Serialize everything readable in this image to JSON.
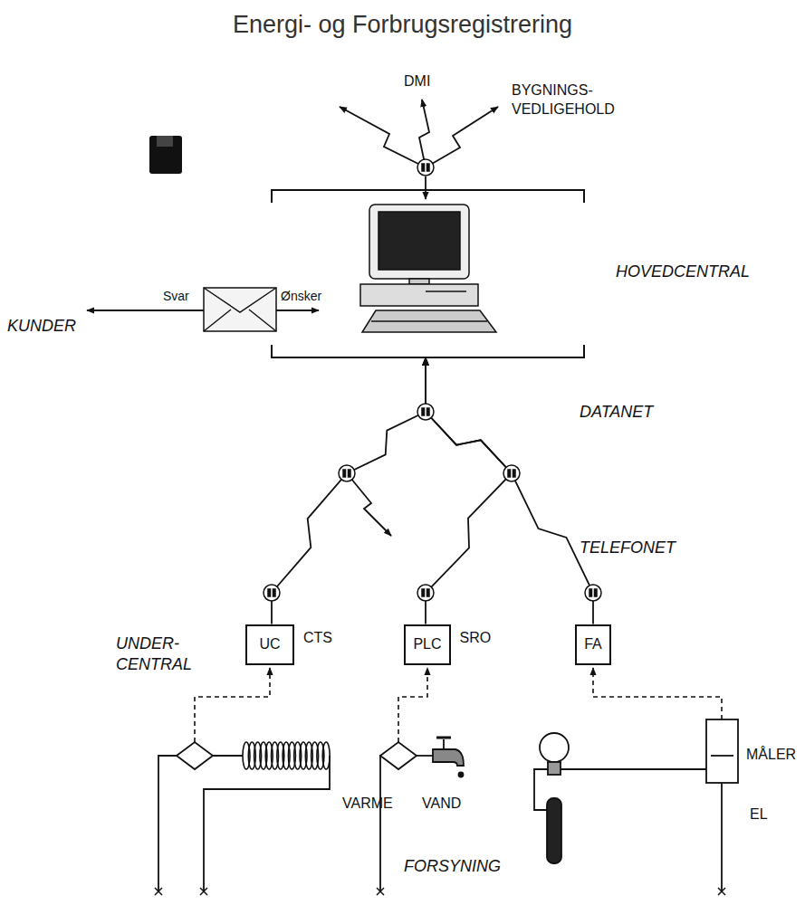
{
  "diagram": {
    "title": "Energi- og Forbrugsregistrering",
    "nodes": [
      {
        "text": [
          "HOVEDCENTRAL"
        ]
      },
      {
        "text": [
          "UC",
          "CTS"
        ]
      },
      {
        "text": [
          "PLC",
          "SRO"
        ]
      },
      {
        "text": [
          "FA"
        ]
      }
    ],
    "edges": [
      {
        "from": 1,
        "to": 0,
        "arrow": "to"
      },
      {
        "from": 2,
        "to": 0,
        "arrow": "to"
      },
      {
        "from": 3,
        "to": 0,
        "arrow": "to"
      }
    ],
    "labels": [
      "DMI",
      "BYGNINGS- VEDLIGEHOLD",
      "KUNDER",
      "Svar",
      "Ønsker",
      "DATANET",
      "TELEFONET",
      "UNDER- CENTRAL",
      "VARME",
      "VAND",
      "MÅLER",
      "EL",
      "FORSYNING"
    ]
  }
}
